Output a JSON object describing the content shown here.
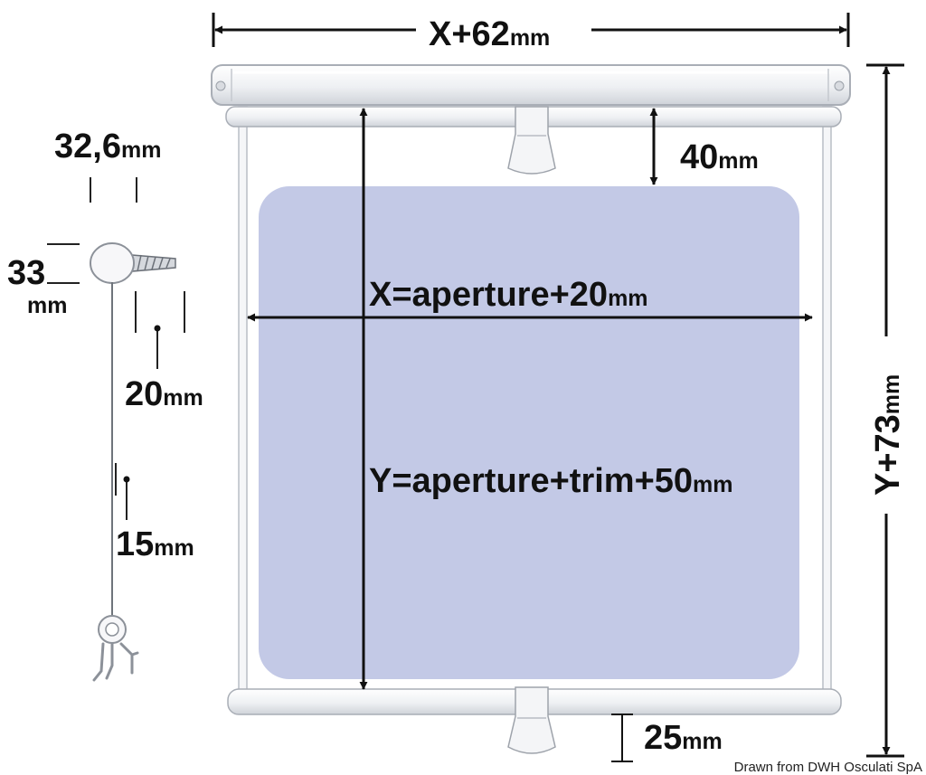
{
  "labels": {
    "top_width": {
      "value": "X+62",
      "unit": "mm"
    },
    "bracket_width": {
      "value": "32,6",
      "unit": "mm"
    },
    "bracket_height": {
      "value": "33",
      "unit": "mm"
    },
    "top_gap": {
      "value": "40",
      "unit": "mm"
    },
    "x_formula": {
      "value": "X=aperture+20",
      "unit": "mm"
    },
    "y_formula": {
      "value": "Y=aperture+trim+50",
      "unit": "mm"
    },
    "right_height": {
      "value": "Y+73",
      "unit": "mm"
    },
    "cord_offset_20": {
      "value": "20",
      "unit": "mm"
    },
    "cord_offset_15": {
      "value": "15",
      "unit": "mm"
    },
    "bottom_bar": {
      "value": "25",
      "unit": "mm"
    }
  },
  "credit": "Drawn from DWH Osculati SpA",
  "colors": {
    "shade": "#c3c9e6",
    "frame": "#f6f7f9",
    "frame_stroke": "#b9bec6",
    "ink": "#111111"
  }
}
